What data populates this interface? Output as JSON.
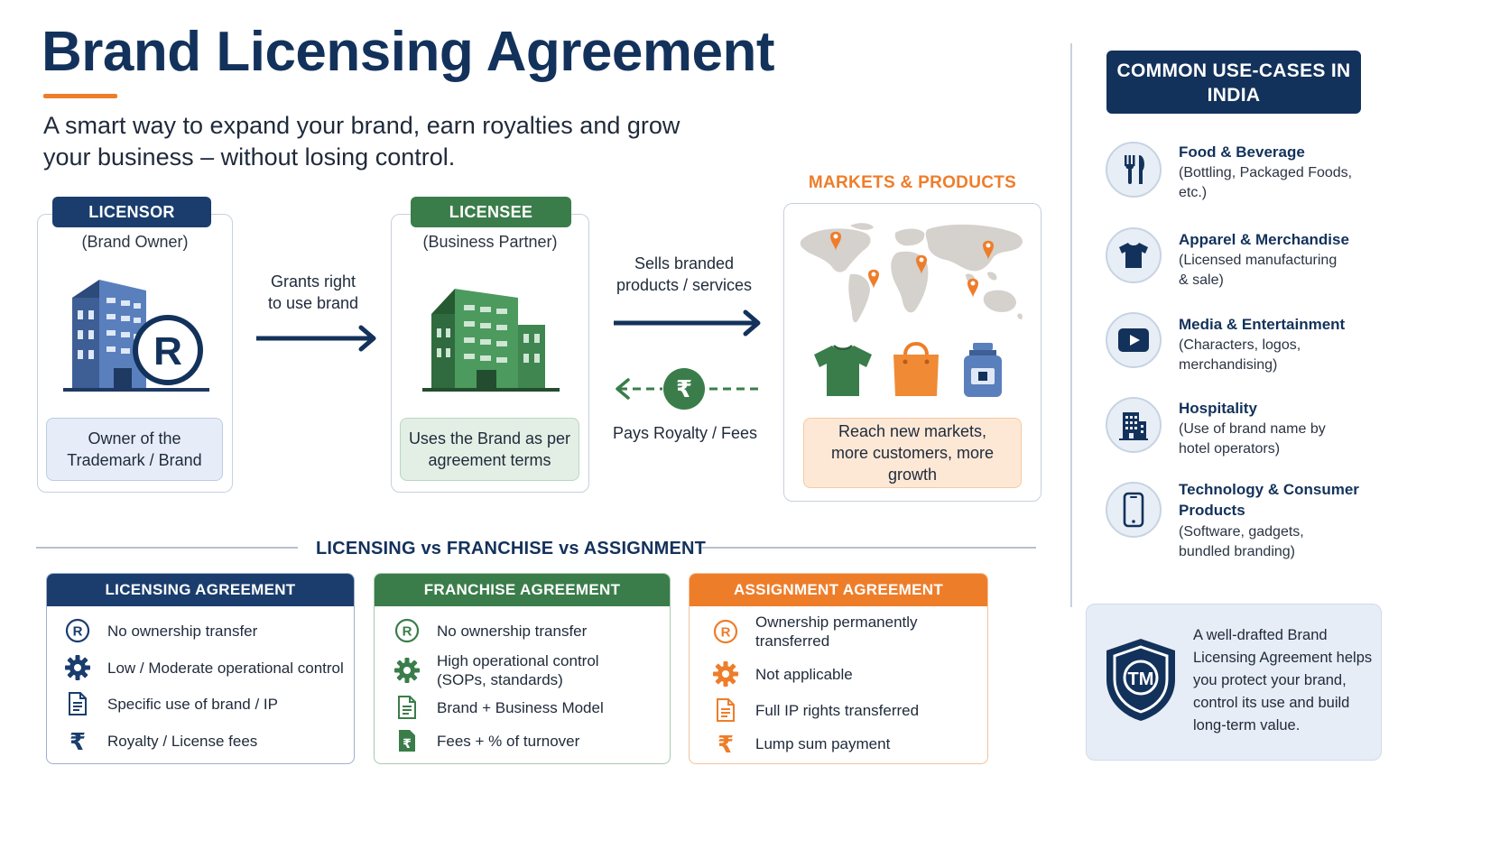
{
  "header": {
    "title": "Brand Licensing Agreement",
    "subtitle": "A smart way to expand your brand, earn royalties and grow your business – without losing control."
  },
  "flow": {
    "licensor": {
      "label": "LICENSOR",
      "role": "(Brand Owner)",
      "caption": "Owner of the Trademark / Brand"
    },
    "licensee": {
      "label": "LICENSEE",
      "role": "(Business Partner)",
      "caption": "Uses the Brand as per agreement terms"
    },
    "grants_label": "Grants right to use brand",
    "sells_label": "Sells branded products / services",
    "pays_label": "Pays Royalty / Fees",
    "markets": {
      "title": "MARKETS & PRODUCTS",
      "caption": "Reach new markets, more customers, more growth"
    }
  },
  "comparison": {
    "title": "LICENSING vs FRANCHISE vs ASSIGNMENT",
    "cards": [
      {
        "title": "LICENSING AGREEMENT",
        "color": "#1a3d6d",
        "rows": [
          "No ownership transfer",
          "Low / Moderate operational control",
          "Specific use of brand / IP",
          "Royalty / License fees"
        ]
      },
      {
        "title": "FRANCHISE AGREEMENT",
        "color": "#3a7d4a",
        "rows": [
          "No ownership transfer",
          "High operational control (SOPs, standards)",
          "Brand + Business Model",
          "Fees + % of turnover"
        ]
      },
      {
        "title": "ASSIGNMENT AGREEMENT",
        "color": "#ee7d2a",
        "rows": [
          "Ownership permanently transferred",
          "Not applicable",
          "Full IP rights transferred",
          "Lump sum payment"
        ]
      }
    ]
  },
  "use_cases": {
    "title": "COMMON USE-CASES IN INDIA",
    "items": [
      {
        "title": "Food & Beverage",
        "desc": "(Bottling, Packaged Foods, etc.)",
        "icon": "fork-knife-icon"
      },
      {
        "title": "Apparel & Merchandise",
        "desc": "(Licensed manufacturing & sale)",
        "icon": "tshirt-icon"
      },
      {
        "title": "Media & Entertainment",
        "desc": "(Characters, logos, merchandising)",
        "icon": "play-icon"
      },
      {
        "title": "Hospitality",
        "desc": "(Use of brand name by hotel operators)",
        "icon": "hotel-icon"
      },
      {
        "title": "Technology & Consumer Products",
        "desc": "(Software, gadgets, bundled branding)",
        "icon": "smartphone-icon"
      }
    ]
  },
  "protect": {
    "badge": "TM",
    "text": "A well-drafted Brand Licensing Agreement helps you protect your brand, control its use and build long-term value."
  },
  "colors": {
    "navy": "#13325b",
    "green": "#3a7d4a",
    "orange": "#ee7d2a"
  }
}
